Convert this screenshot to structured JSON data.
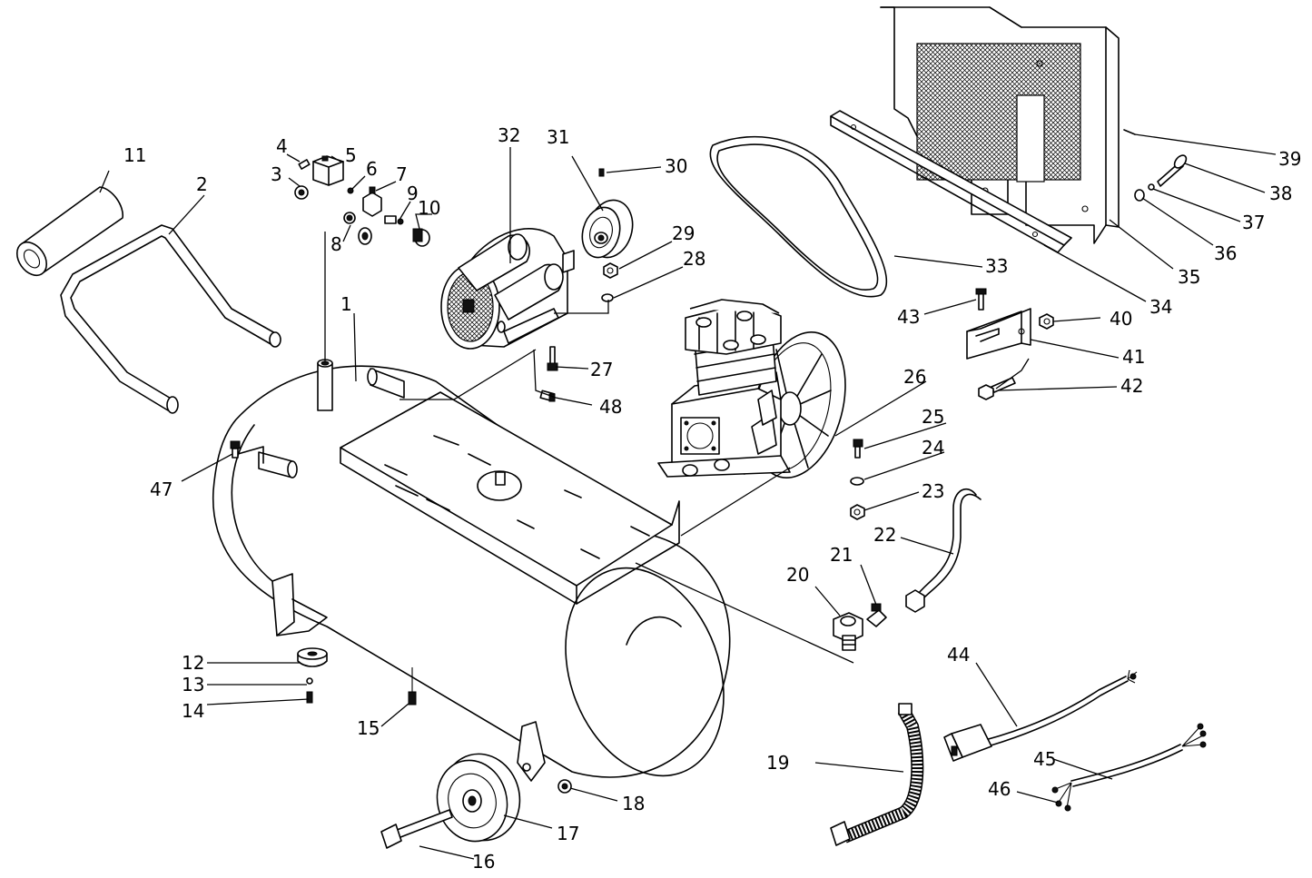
{
  "diagram": {
    "part_numbers": [
      {
        "n": "1"
      },
      {
        "n": "2"
      },
      {
        "n": "3"
      },
      {
        "n": "4"
      },
      {
        "n": "5"
      },
      {
        "n": "6"
      },
      {
        "n": "7"
      },
      {
        "n": "8"
      },
      {
        "n": "9"
      },
      {
        "n": "10"
      },
      {
        "n": "11"
      },
      {
        "n": "12"
      },
      {
        "n": "13"
      },
      {
        "n": "14"
      },
      {
        "n": "15"
      },
      {
        "n": "16"
      },
      {
        "n": "17"
      },
      {
        "n": "18"
      },
      {
        "n": "19"
      },
      {
        "n": "20"
      },
      {
        "n": "21"
      },
      {
        "n": "22"
      },
      {
        "n": "23"
      },
      {
        "n": "24"
      },
      {
        "n": "25"
      },
      {
        "n": "26"
      },
      {
        "n": "27"
      },
      {
        "n": "28"
      },
      {
        "n": "29"
      },
      {
        "n": "30"
      },
      {
        "n": "31"
      },
      {
        "n": "32"
      },
      {
        "n": "33"
      },
      {
        "n": "34"
      },
      {
        "n": "35"
      },
      {
        "n": "36"
      },
      {
        "n": "37"
      },
      {
        "n": "38"
      },
      {
        "n": "39"
      },
      {
        "n": "40"
      },
      {
        "n": "41"
      },
      {
        "n": "42"
      },
      {
        "n": "43"
      },
      {
        "n": "44"
      },
      {
        "n": "45"
      },
      {
        "n": "46"
      },
      {
        "n": "47"
      },
      {
        "n": "48"
      }
    ]
  }
}
